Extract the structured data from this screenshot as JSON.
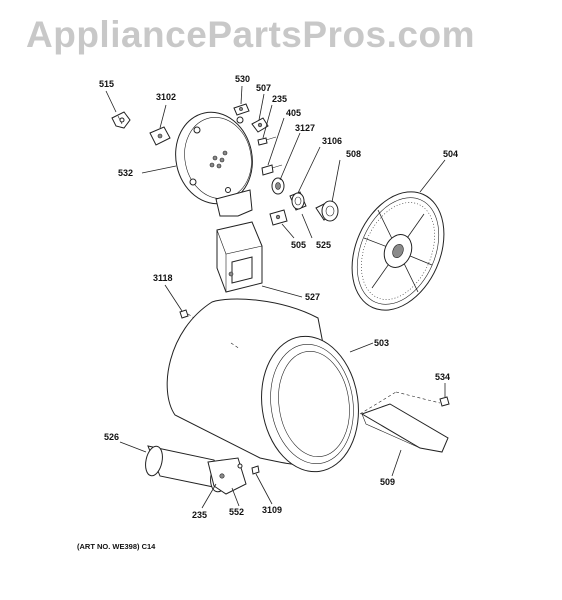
{
  "watermark": "AppliancePartsPros.com",
  "art_note": "(ART NO. WE398) C14",
  "labels": {
    "p515": "515",
    "p3102": "3102",
    "p530": "530",
    "p507": "507",
    "p235a": "235",
    "p405": "405",
    "p3127": "3127",
    "p3106": "3106",
    "p508": "508",
    "p504": "504",
    "p532": "532",
    "p505": "505",
    "p525": "525",
    "p3118": "3118",
    "p527": "527",
    "p503": "503",
    "p534": "534",
    "p526": "526",
    "p509": "509",
    "p235b": "235",
    "p552": "552",
    "p3109": "3109"
  }
}
